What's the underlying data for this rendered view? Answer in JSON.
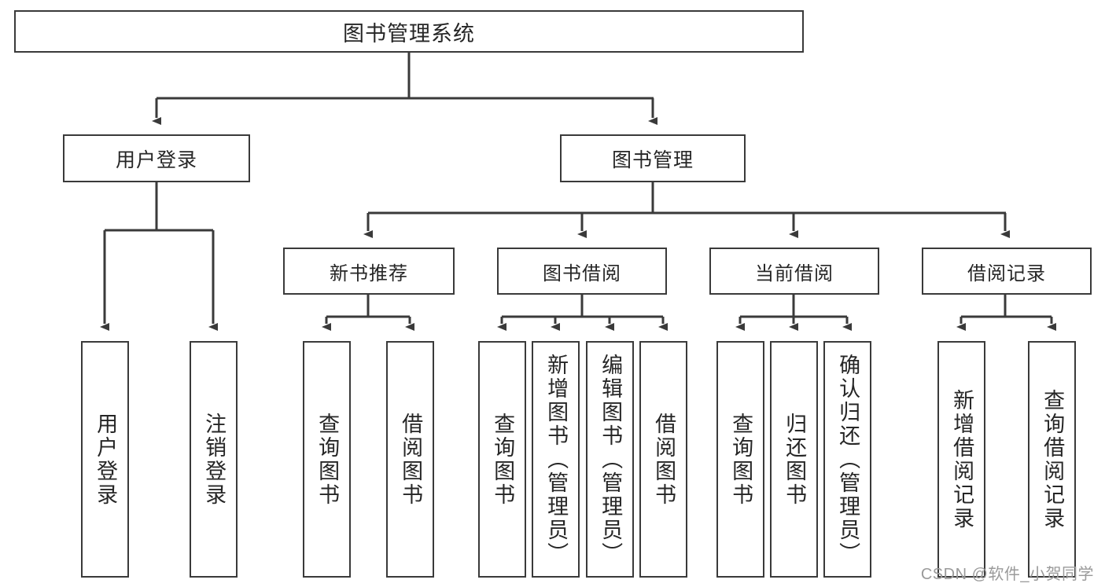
{
  "diagram": {
    "title": "图书管理系统",
    "type": "tree-hierarchy",
    "watermark": "CSDN @软件_小贺同学",
    "colors": {
      "box_border": "#3a3a3a",
      "box_fill": "#ffffff",
      "edge": "#3a3a3a",
      "text": "#262626",
      "watermark": "#9a9a9a",
      "background": "#ffffff"
    },
    "nodes": {
      "root": {
        "label": "图书管理系统"
      },
      "level2": [
        {
          "id": "user-login",
          "label": "用户登录"
        },
        {
          "id": "book-manage",
          "label": "图书管理"
        }
      ],
      "level3": [
        {
          "id": "new-book-recommend",
          "label": "新书推荐"
        },
        {
          "id": "book-borrow",
          "label": "图书借阅"
        },
        {
          "id": "current-borrow",
          "label": "当前借阅"
        },
        {
          "id": "borrow-record",
          "label": "借阅记录"
        }
      ],
      "leaves": {
        "user-login": [
          {
            "id": "leaf-user-login",
            "label": "用户登录"
          },
          {
            "id": "leaf-user-logout",
            "label": "注销登录"
          }
        ],
        "new-book-recommend": [
          {
            "id": "leaf-query-book-1",
            "label": "查询图书"
          },
          {
            "id": "leaf-borrow-book-1",
            "label": "借阅图书"
          }
        ],
        "book-borrow": [
          {
            "id": "leaf-query-book-2",
            "label": "查询图书"
          },
          {
            "id": "leaf-add-book",
            "label": "新增图书（管理员）"
          },
          {
            "id": "leaf-edit-book",
            "label": "编辑图书（管理员）"
          },
          {
            "id": "leaf-borrow-book-2",
            "label": "借阅图书"
          }
        ],
        "current-borrow": [
          {
            "id": "leaf-query-book-3",
            "label": "查询图书"
          },
          {
            "id": "leaf-return-book",
            "label": "归还图书"
          },
          {
            "id": "leaf-confirm-return",
            "label": "确认归还（管理员）"
          }
        ],
        "borrow-record": [
          {
            "id": "leaf-add-record",
            "label": "新增借阅记录"
          },
          {
            "id": "leaf-query-record",
            "label": "查询借阅记录"
          }
        ]
      }
    }
  }
}
